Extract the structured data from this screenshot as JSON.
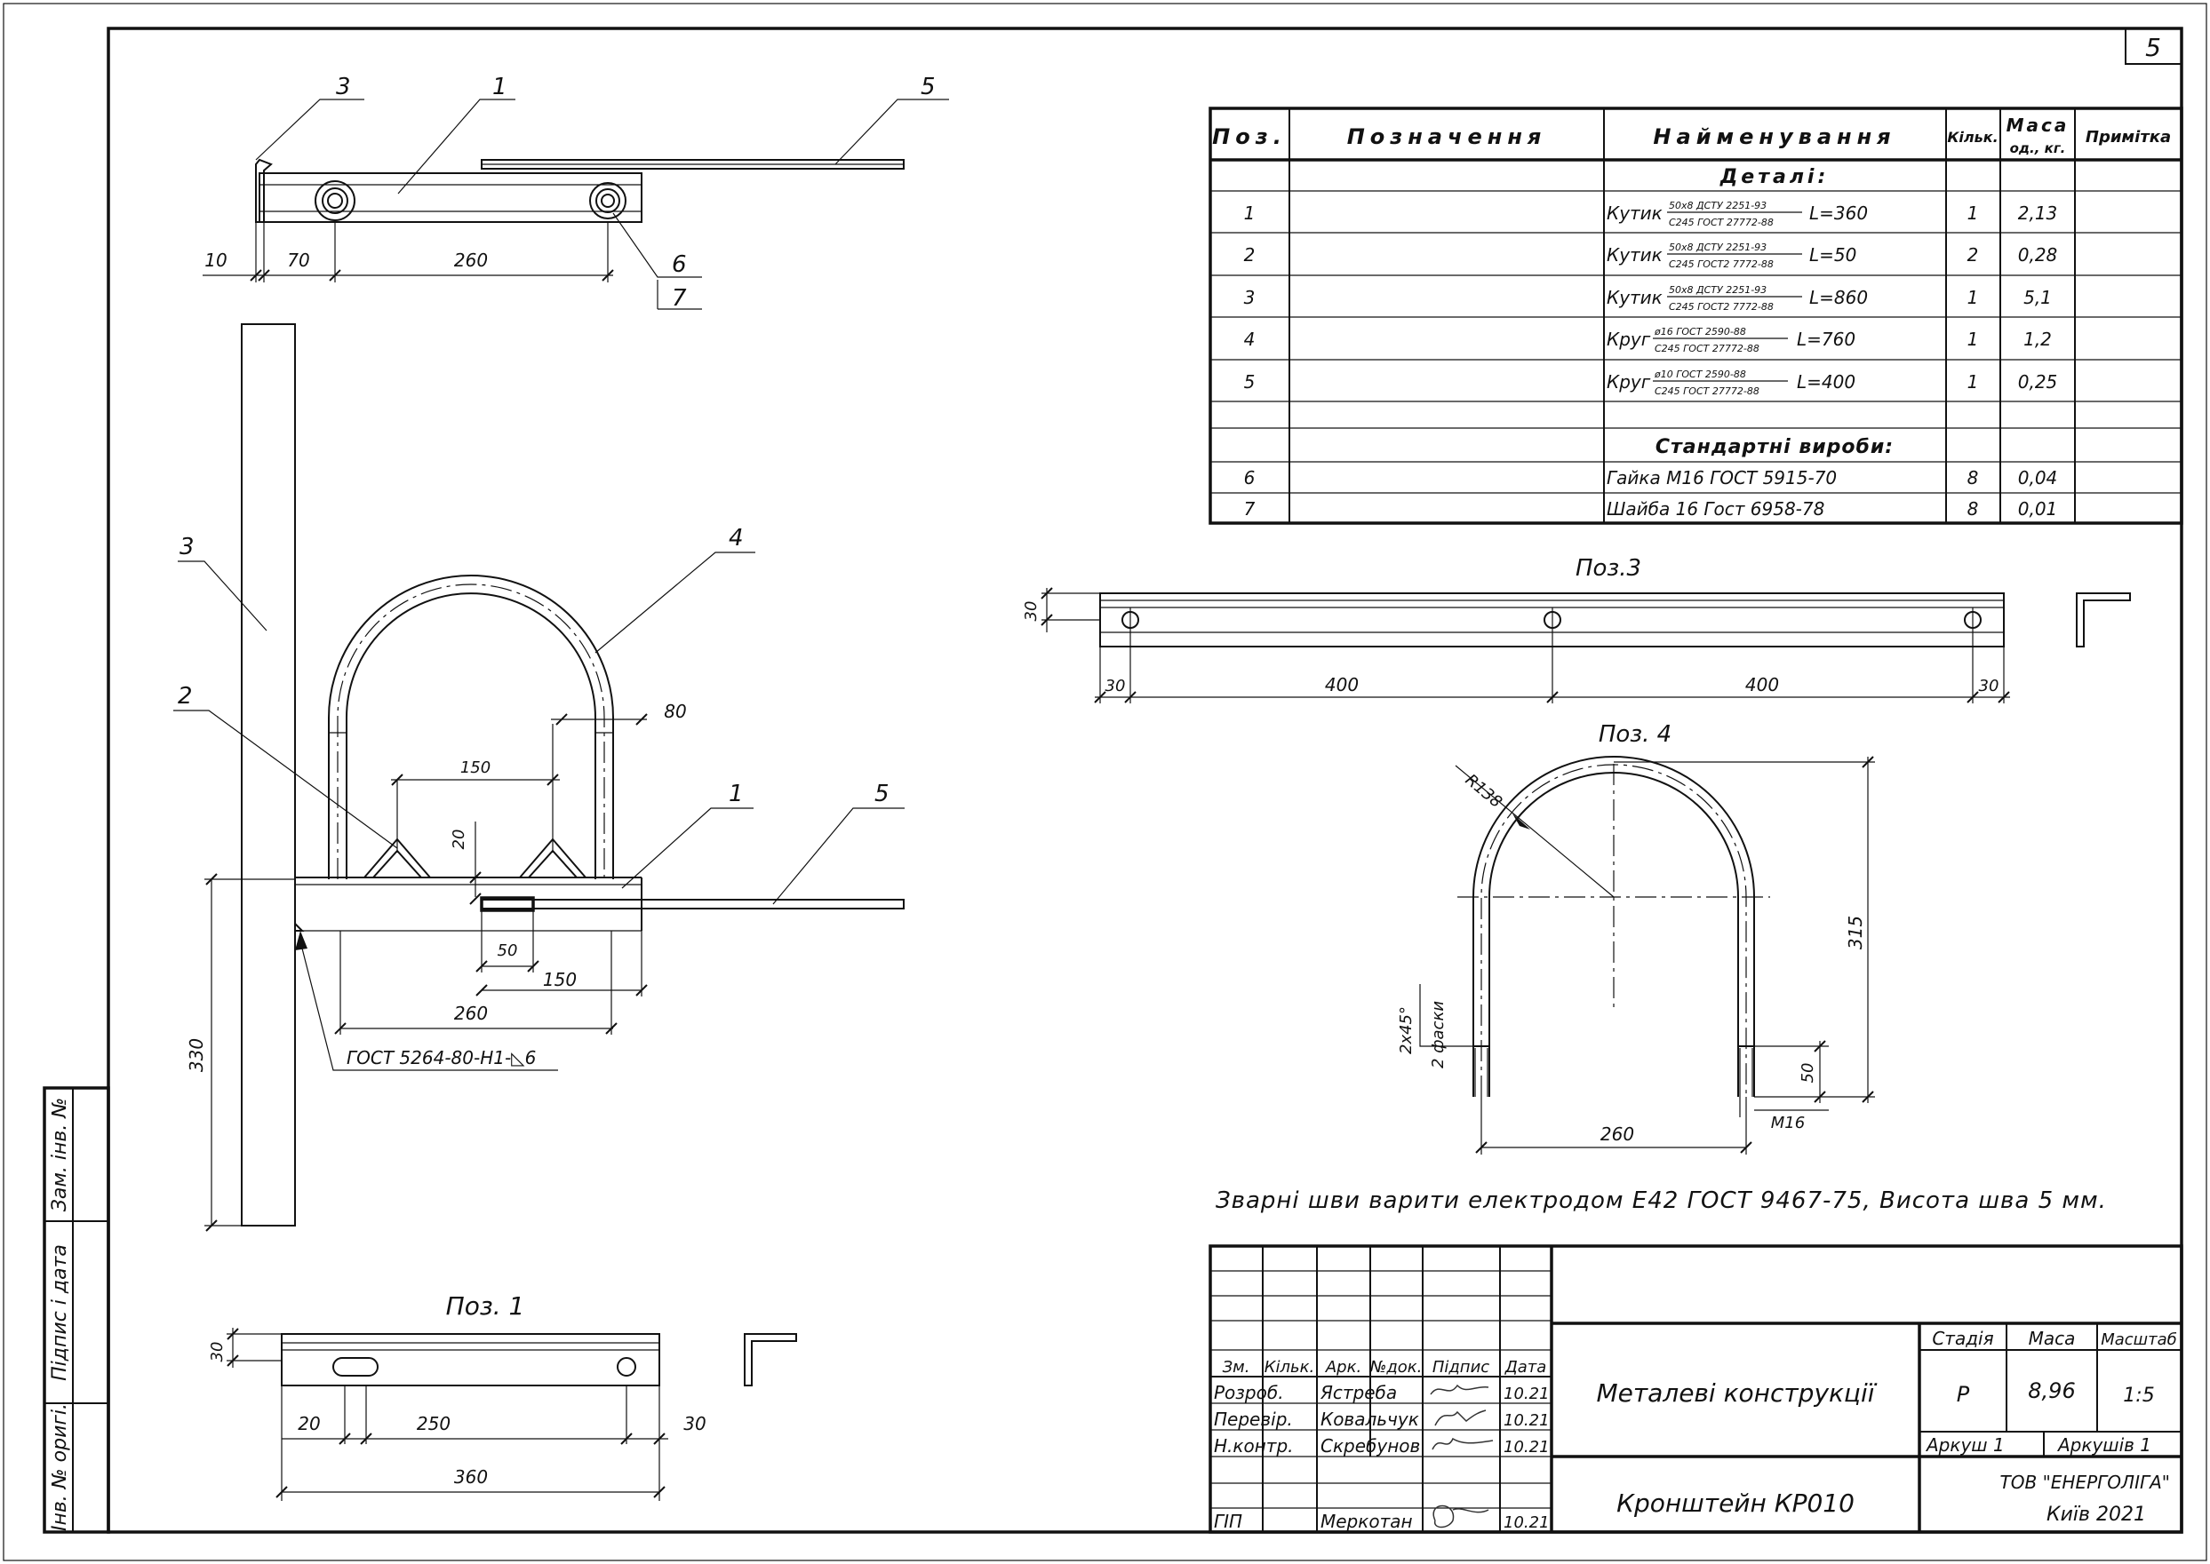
{
  "sheet_number": "5",
  "spec_table": {
    "headers": {
      "pos": "Поз.",
      "designation": "Позначення",
      "name": "Найменування",
      "qty": "Кільк.",
      "mass_top": "Маса",
      "mass_bottom": "од., кг.",
      "note": "Примітка"
    },
    "section_parts": "Деталі:",
    "section_std": "Стандартні вироби:",
    "parts": [
      {
        "pos": "1",
        "name": "Кутик",
        "spec_top": "50х8 ДСТУ 2251-93",
        "spec_bottom": "С245 ГОСТ 27772-88",
        "length": "L=360",
        "qty": "1",
        "mass": "2,13"
      },
      {
        "pos": "2",
        "name": "Кутик",
        "spec_top": "50х8 ДСТУ 2251-93",
        "spec_bottom": "С245 ГОСТ2 7772-88",
        "length": "L=50",
        "qty": "2",
        "mass": "0,28"
      },
      {
        "pos": "3",
        "name": "Кутик",
        "spec_top": "50х8 ДСТУ 2251-93",
        "spec_bottom": "С245 ГОСТ2 7772-88",
        "length": "L=860",
        "qty": "1",
        "mass": "5,1"
      },
      {
        "pos": "4",
        "name": "Круг",
        "spec_top": "ø16 ГОСТ 2590-88",
        "spec_bottom": "С245 ГОСТ 27772-88",
        "length": "L=760",
        "qty": "1",
        "mass": "1,2"
      },
      {
        "pos": "5",
        "name": "Круг",
        "spec_top": "ø10 ГОСТ 2590-88",
        "spec_bottom": "С245 ГОСТ 27772-88",
        "length": "L=400",
        "qty": "1",
        "mass": "0,25"
      }
    ],
    "std": [
      {
        "pos": "6",
        "name": "Гайка М16 ГОСТ 5915-70",
        "qty": "8",
        "mass": "0,04"
      },
      {
        "pos": "7",
        "name": "Шайба 16 Гост 6958-78",
        "qty": "8",
        "mass": "0,01"
      }
    ]
  },
  "views": {
    "top": {
      "leaders": [
        "3",
        "1",
        "5",
        "6",
        "7"
      ],
      "dims": [
        "10",
        "70",
        "260"
      ]
    },
    "main": {
      "leaders": [
        "3",
        "4",
        "2",
        "1",
        "5"
      ],
      "dims": [
        "80",
        "150",
        "20",
        "50",
        "150",
        "260",
        "330"
      ],
      "weld": "ГОСТ 5264-80-Н1-◺6"
    },
    "pos1": {
      "title": "Поз. 1",
      "dims": [
        "30",
        "20",
        "250",
        "30",
        "360"
      ]
    },
    "pos3": {
      "title": "Поз.3",
      "dims": [
        "30",
        "30",
        "400",
        "400",
        "30"
      ]
    },
    "pos4": {
      "title": "Поз. 4",
      "dims": [
        "R138",
        "315",
        "2х45°",
        "2 фаски",
        "50",
        "260",
        "М16"
      ]
    }
  },
  "weld_note": "Зварні шви варити електродом Е42 ГОСТ 9467-75, Висота шва 5 мм.",
  "side_stamp": {
    "zam": "Зам. інв. №",
    "pidpys": "Підпис і дата",
    "inv": "Інв. № оригі."
  },
  "title_block": {
    "rev_headers": [
      "Зм.",
      "Кільк.",
      "Арк.",
      "№док.",
      "Підпис",
      "Дата"
    ],
    "people": [
      {
        "role": "Розроб.",
        "name": "Ястреба",
        "date": "10.21"
      },
      {
        "role": "Перевір.",
        "name": "Ковальчук",
        "date": "10.21"
      },
      {
        "role": "Н.контр.",
        "name": "Скребунов",
        "date": "10.21"
      },
      {
        "role": "ГІП",
        "name": "Меркотан",
        "date": "10.21"
      }
    ],
    "project": "Металеві конструкції",
    "drawing": "Кронштейн КР010",
    "stage_label": "Стадія",
    "mass_label": "Маса",
    "scale_label": "Масштаб",
    "stage": "Р",
    "mass": "8,96",
    "scale": "1:5",
    "sheet": "Аркуш   1",
    "sheets": "Аркушів   1",
    "company": "ТОВ \"ЕНЕРГОЛІГА\"",
    "city": "Київ 2021"
  }
}
